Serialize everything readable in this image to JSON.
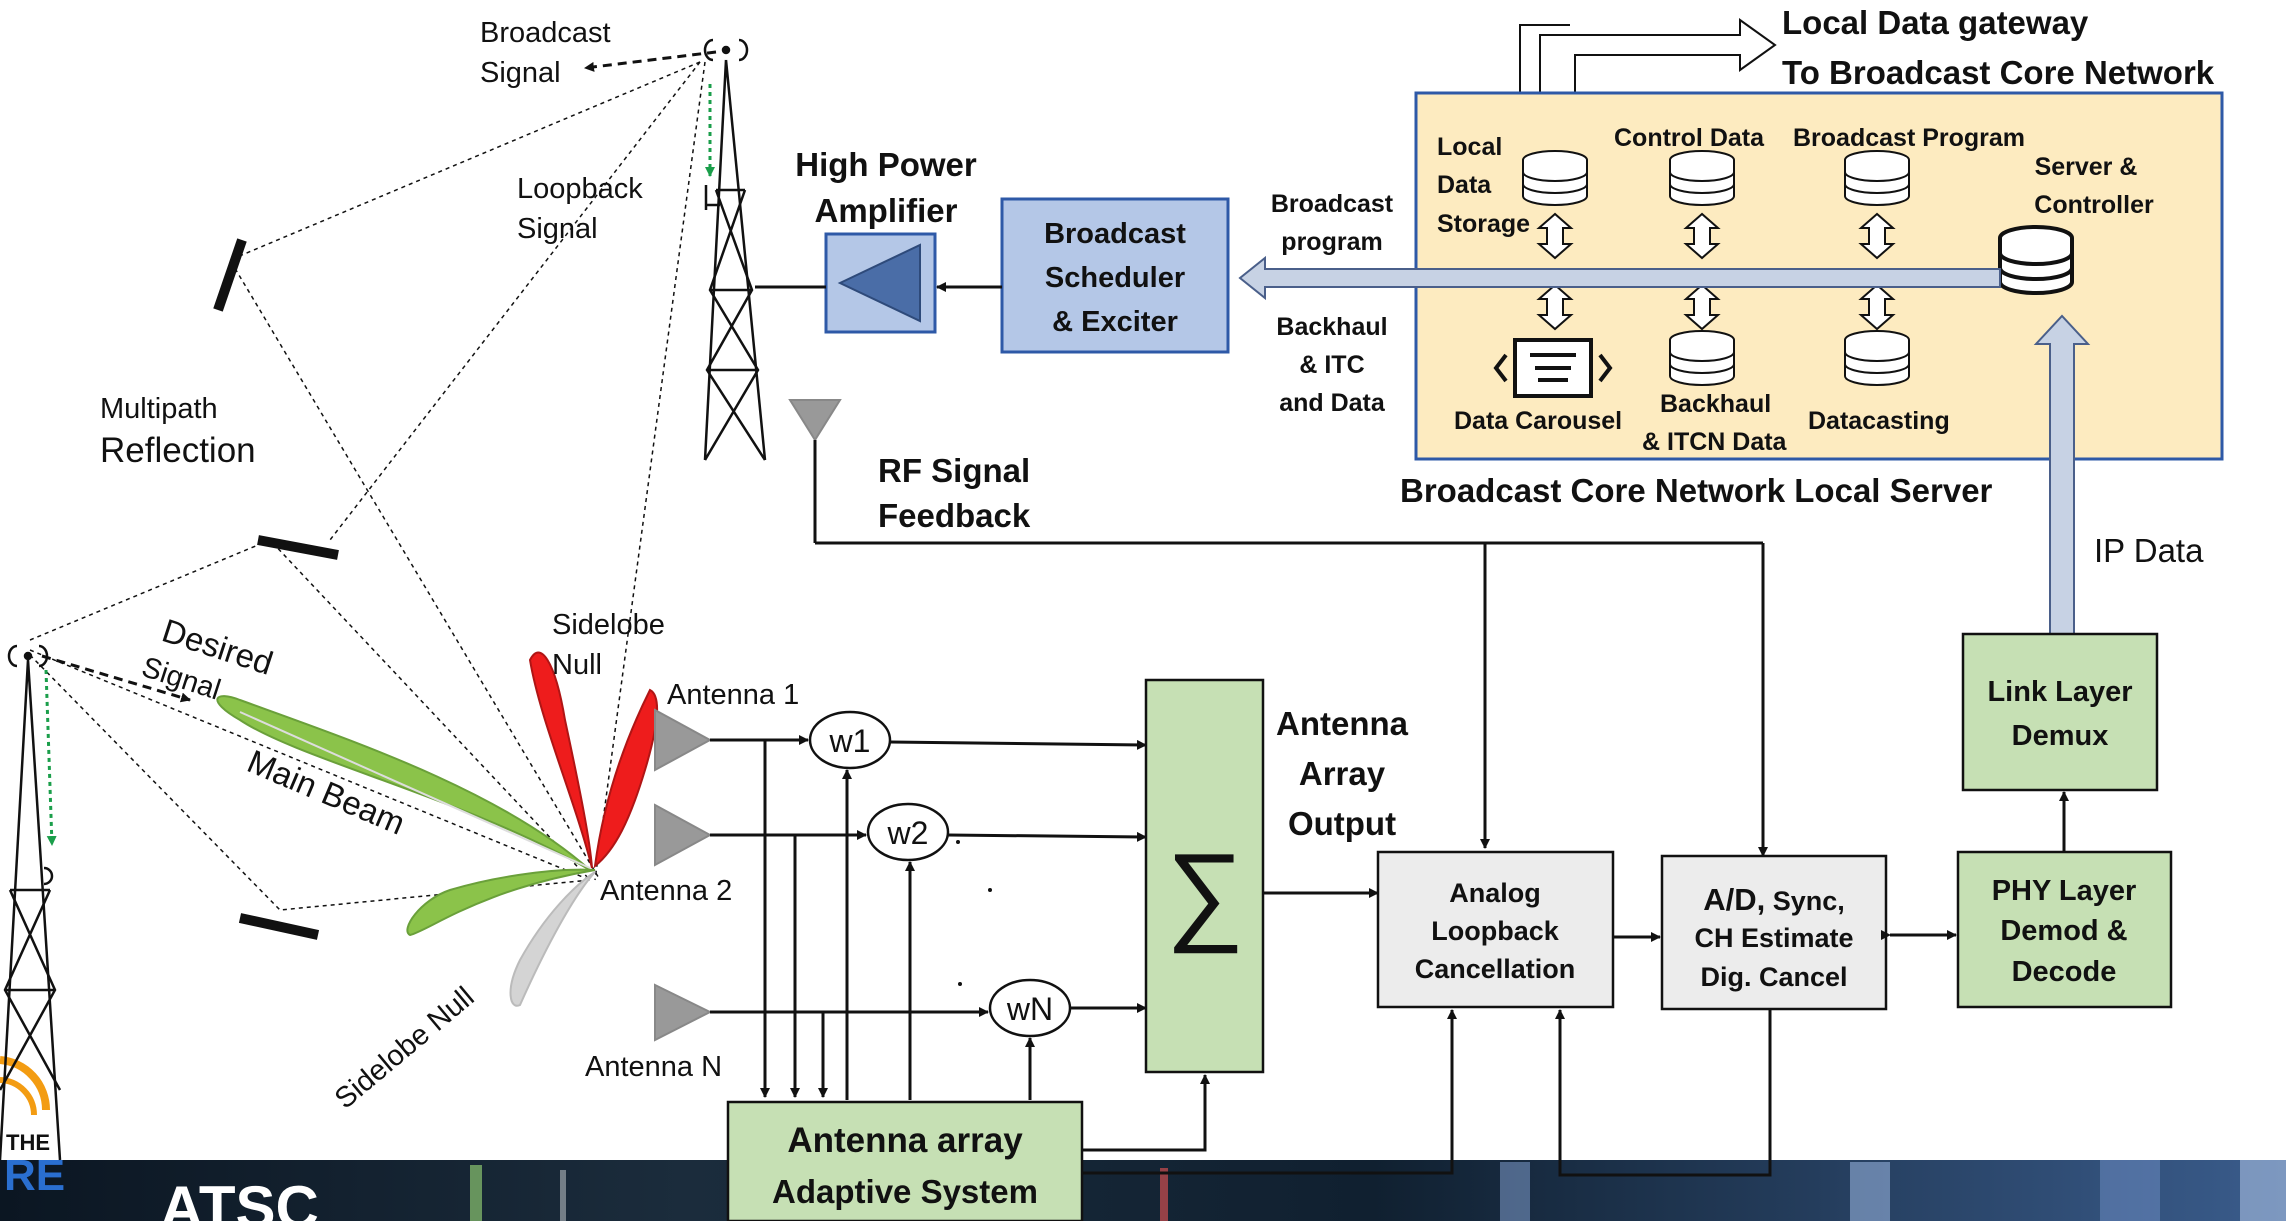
{
  "colors": {
    "green_block": "#c6e0b4",
    "blue_block": "#b4c7e7",
    "grey_block": "#ececec",
    "server_panel": "#fdebc0",
    "server_border": "#2e59a7",
    "main_beam": "#8bc34a",
    "sidelobe_null": "#ee1c1c",
    "sidelobe_grey": "#d4d4d4",
    "loopback_arrow": "#1a9e4a"
  },
  "header": {
    "gateway_line1": "Local Data gateway",
    "gateway_line2": "To Broadcast Core Network"
  },
  "server": {
    "title": "Broadcast Core Network Local Server",
    "local_line1": "Local",
    "local_line2": "Data",
    "local_line3": "Storage",
    "control_data": "Control Data",
    "broadcast_program": "Broadcast Program",
    "server_line1": "Server &",
    "server_line2": "Controller",
    "data_carousel": "Data Carousel",
    "backhaul_line1": "Backhaul",
    "backhaul_line2": "& ITCN Data",
    "datacasting": "Datacasting"
  },
  "left_labels": {
    "broadcast_signal_line1": "Broadcast",
    "broadcast_signal_line2": "Signal",
    "loopback_line1": "Loopback",
    "loopback_line2": "Signal",
    "multipath_line1": "Multipath",
    "multipath_line2": "Reflection",
    "desired_line1": "Desired",
    "desired_line2": "Signal",
    "main_beam": "Main Beam",
    "sidelobe_null_top_line1": "Sidelobe",
    "sidelobe_null_top_line2": "Null",
    "sidelobe_null_bottom": "Sidelobe Null"
  },
  "antennas": {
    "antenna1": "Antenna 1",
    "antenna2": "Antenna 2",
    "antennaN": "Antenna N"
  },
  "blocks": {
    "hpa_line1": "High Power",
    "hpa_line2": "Amplifier",
    "scheduler_line1": "Broadcast",
    "scheduler_line2": "Scheduler",
    "scheduler_line3": "& Exciter",
    "broadcast_program_line1": "Broadcast",
    "broadcast_program_line2": "program",
    "backhaul_line1": "Backhaul",
    "backhaul_line2": "& ITC",
    "backhaul_line3": "and Data",
    "rf_feedback_line1": "RF Signal",
    "rf_feedback_line2": "Feedback",
    "w1": "w1",
    "w2": "w2",
    "wN": "wN",
    "sigma": "∑",
    "array_output_line1": "Antenna",
    "array_output_line2": "Array",
    "array_output_line3": "Output",
    "analog_line1": "Analog",
    "analog_line2": "Loopback",
    "analog_line3": "Cancellation",
    "ad_line1_bold": "A/D,",
    "ad_line1_rest": " Sync,",
    "ad_line2": "CH Estimate",
    "ad_line3": "Dig. Cancel",
    "phy_line1": "PHY Layer",
    "phy_line2": "Demod &",
    "phy_line3": "Decode",
    "link_line1": "Link Layer",
    "link_line2": "Demux",
    "ip_data": "IP Data",
    "adaptive_line1": "Antenna array",
    "adaptive_line2": "Adaptive System"
  },
  "footer": {
    "logo_partial": "THE",
    "logo_partial2": "RE",
    "brand_partial": "ATSC"
  }
}
